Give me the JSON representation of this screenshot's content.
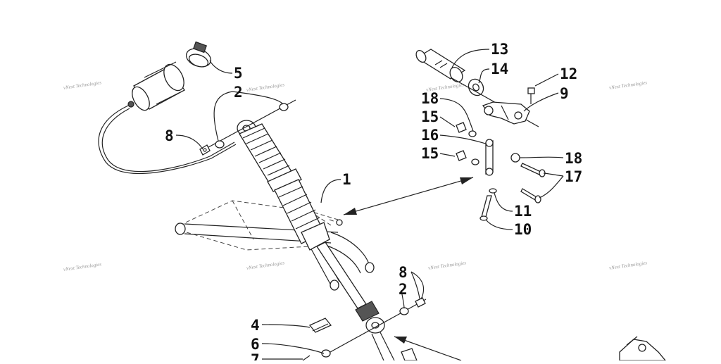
{
  "diagram": {
    "watermark_text": "vNext Technologies",
    "callouts": [
      {
        "id": "c13",
        "label": "13"
      },
      {
        "id": "c14",
        "label": "14"
      },
      {
        "id": "c12",
        "label": "12"
      },
      {
        "id": "c9",
        "label": "9"
      },
      {
        "id": "c18a",
        "label": "18"
      },
      {
        "id": "c15a",
        "label": "15"
      },
      {
        "id": "c16",
        "label": "16"
      },
      {
        "id": "c15b",
        "label": "15"
      },
      {
        "id": "c18b",
        "label": "18"
      },
      {
        "id": "c17",
        "label": "17"
      },
      {
        "id": "c11",
        "label": "11"
      },
      {
        "id": "c10",
        "label": "10"
      },
      {
        "id": "c5",
        "label": "5"
      },
      {
        "id": "c2a",
        "label": "2"
      },
      {
        "id": "c8a",
        "label": "8"
      },
      {
        "id": "c1",
        "label": "1"
      },
      {
        "id": "c8b",
        "label": "8"
      },
      {
        "id": "c2b",
        "label": "2"
      },
      {
        "id": "c4",
        "label": "4"
      },
      {
        "id": "c6",
        "label": "6"
      },
      {
        "id": "c7",
        "label": "7"
      }
    ]
  }
}
